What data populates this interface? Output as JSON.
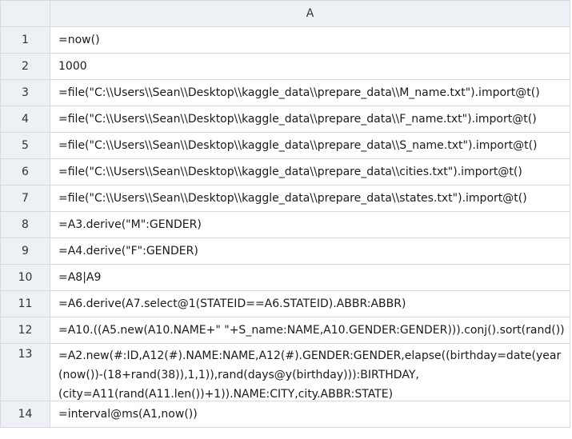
{
  "sheet": {
    "column_header": "A",
    "rows": [
      {
        "num": "1",
        "formula": "=now()"
      },
      {
        "num": "2",
        "formula": "1000"
      },
      {
        "num": "3",
        "formula": "=file(\"C:\\\\Users\\\\Sean\\\\Desktop\\\\kaggle_data\\\\prepare_data\\\\M_name.txt\").import@t()"
      },
      {
        "num": "4",
        "formula": "=file(\"C:\\\\Users\\\\Sean\\\\Desktop\\\\kaggle_data\\\\prepare_data\\\\F_name.txt\").import@t()"
      },
      {
        "num": "5",
        "formula": "=file(\"C:\\\\Users\\\\Sean\\\\Desktop\\\\kaggle_data\\\\prepare_data\\\\S_name.txt\").import@t()"
      },
      {
        "num": "6",
        "formula": "=file(\"C:\\\\Users\\\\Sean\\\\Desktop\\\\kaggle_data\\\\prepare_data\\\\cities.txt\").import@t()"
      },
      {
        "num": "7",
        "formula": "=file(\"C:\\\\Users\\\\Sean\\\\Desktop\\\\kaggle_data\\\\prepare_data\\\\states.txt\").import@t()"
      },
      {
        "num": "8",
        "formula": "=A3.derive(\"M\":GENDER)"
      },
      {
        "num": "9",
        "formula": "=A4.derive(\"F\":GENDER)"
      },
      {
        "num": "10",
        "formula": "=A8|A9"
      },
      {
        "num": "11",
        "formula": "=A6.derive(A7.select@1(STATEID==A6.STATEID).ABBR:ABBR)"
      },
      {
        "num": "12",
        "formula": "=A10.((A5.new(A10.NAME+\" \"+S_name:NAME,A10.GENDER:GENDER))).conj().sort(rand())"
      },
      {
        "num": "13",
        "formula": "=A2.new(#:ID,A12(#).NAME:NAME,A12(#).GENDER:GENDER,elapse((birthday=date(year(now())-(18+rand(38)),1,1)),rand(days@y(birthday))):BIRTHDAY,\n(city=A11(rand(A11.len())+1)).NAME:CITY,city.ABBR:STATE)"
      },
      {
        "num": "14",
        "formula": "=interval@ms(A1,now())"
      }
    ]
  }
}
